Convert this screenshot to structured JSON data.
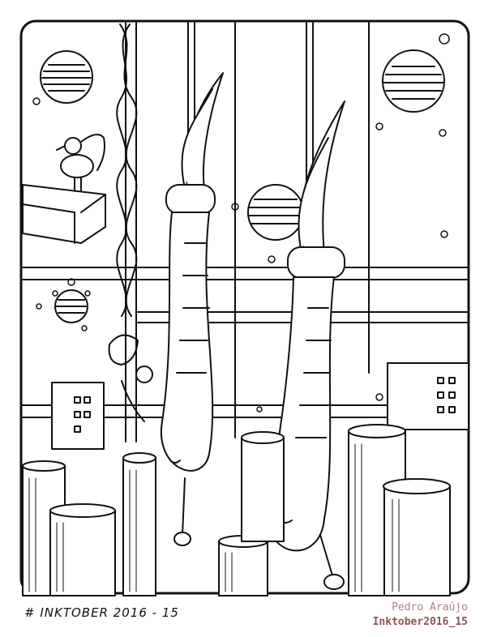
{
  "caption": {
    "handwritten": "# INKTOBER 2016 - 15"
  },
  "credit": {
    "author": "Pedro Araújo",
    "title": "Inktober2016_15"
  },
  "palette": {
    "ink": "#111111",
    "paper": "#ffffff",
    "credit_light": "#a98585",
    "credit_dark": "#8b5555"
  }
}
